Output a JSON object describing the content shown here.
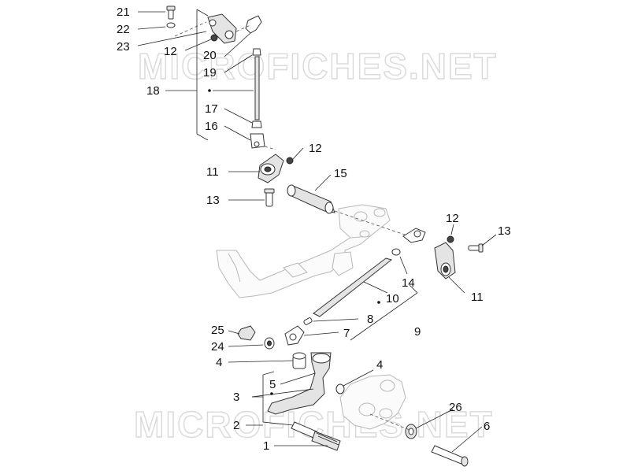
{
  "watermark": {
    "top": "MICROFICHES.NET",
    "bottom": "MICROFICHES.NET"
  },
  "callouts": {
    "c21": "21",
    "c22": "22",
    "c23": "23",
    "c12a": "12",
    "c20": "20",
    "c19": "19",
    "c18": "18",
    "c17": "17",
    "c16": "16",
    "c12b": "12",
    "c11a": "11",
    "c15": "15",
    "c13a": "13",
    "c12c": "12",
    "c13b": "13",
    "c14": "14",
    "c10": "10",
    "c11b": "11",
    "c8": "8",
    "c9": "9",
    "c25": "25",
    "c7": "7",
    "c24": "24",
    "c4a": "4",
    "c4b": "4",
    "c5": "5",
    "c3": "3",
    "c2": "2",
    "c26": "26",
    "c6": "6",
    "c1": "1"
  }
}
